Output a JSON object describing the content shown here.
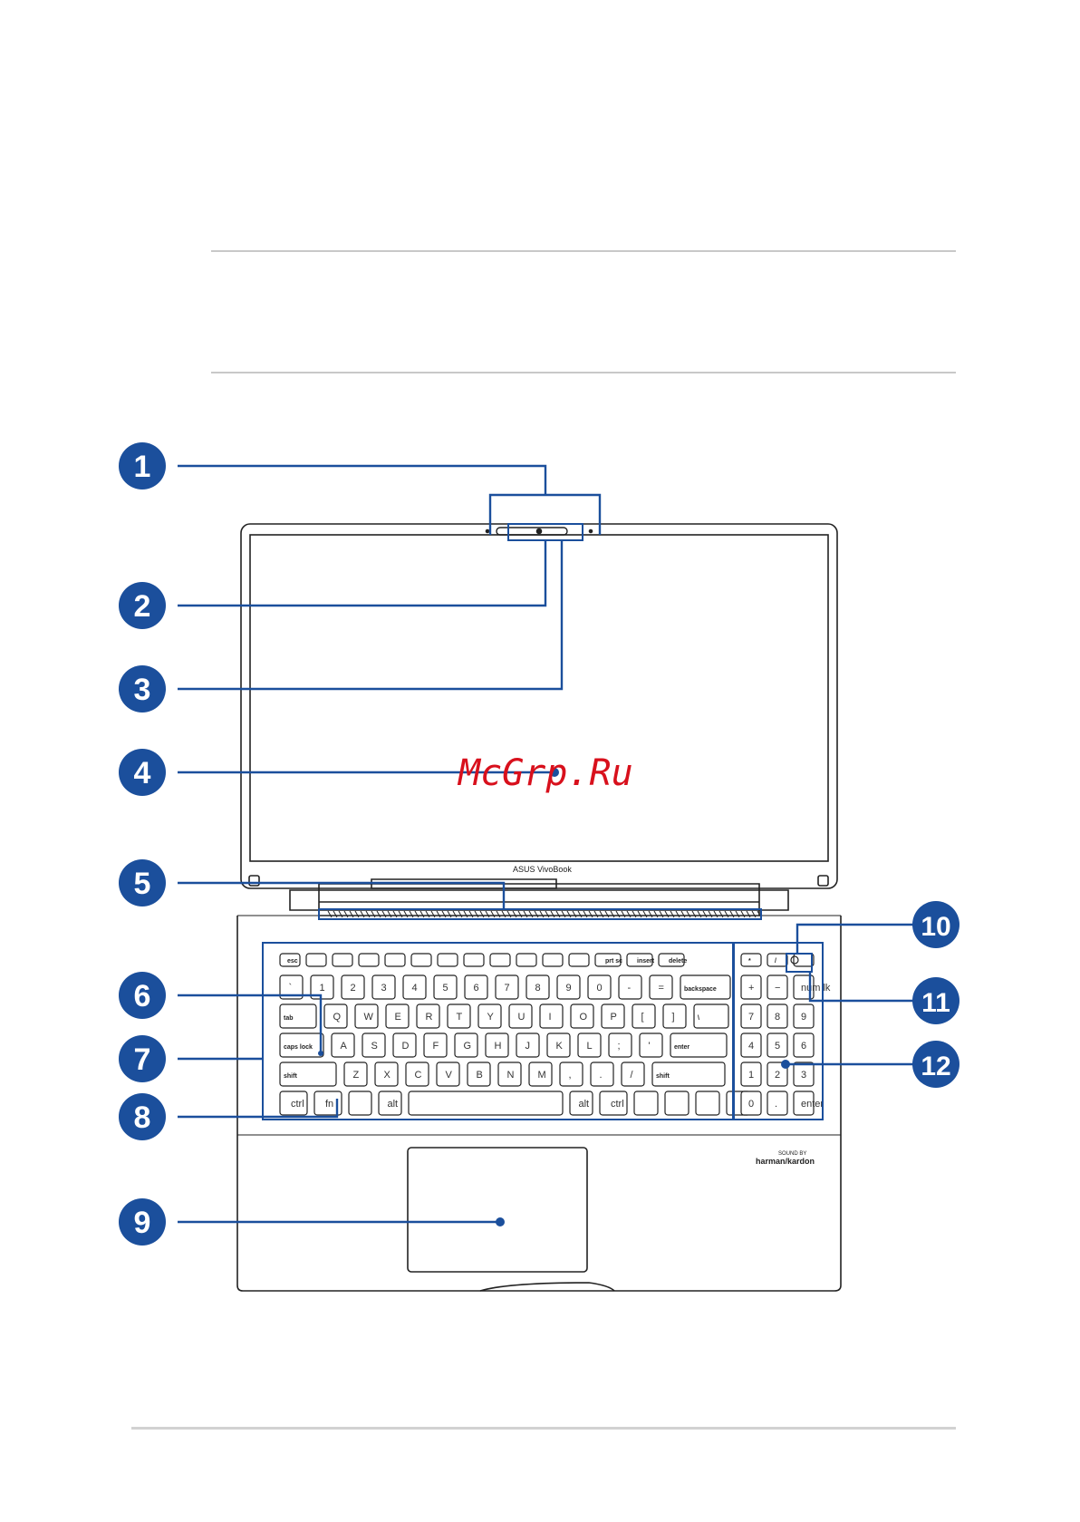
{
  "watermark": "McGrp.Ru",
  "laptop": {
    "bezel_brand": "ASUS VivoBook",
    "speaker_brand_top": "SOUND BY",
    "speaker_brand": "harman/kardon"
  },
  "callouts": [
    "1",
    "2",
    "3",
    "4",
    "5",
    "6",
    "7",
    "8",
    "9",
    "10",
    "11",
    "12"
  ],
  "keyboard": {
    "function_row": [
      "esc",
      "",
      "",
      "",
      "",
      "",
      "",
      "",
      "",
      "",
      "",
      "",
      "prt sc",
      "insert",
      "delete"
    ],
    "number_row": [
      "`",
      "1",
      "2",
      "3",
      "4",
      "5",
      "6",
      "7",
      "8",
      "9",
      "0",
      "-",
      "=",
      "backspace"
    ],
    "qwerty_row": [
      "tab",
      "Q",
      "W",
      "E",
      "R",
      "T",
      "Y",
      "U",
      "I",
      "O",
      "P",
      "[",
      "]",
      "\\"
    ],
    "home_row": [
      "caps lock",
      "A",
      "S",
      "D",
      "F",
      "G",
      "H",
      "J",
      "K",
      "L",
      ";",
      "'",
      "enter"
    ],
    "shift_row": [
      "shift",
      "Z",
      "X",
      "C",
      "V",
      "B",
      "N",
      "M",
      ",",
      ".",
      "/",
      "shift"
    ],
    "bottom_row": [
      "ctrl",
      "fn",
      "",
      "alt",
      "",
      "alt",
      "ctrl",
      "",
      "",
      "",
      ""
    ],
    "numpad_row1": [
      "*",
      "/",
      ""
    ],
    "numpad_row2": [
      "+",
      "−",
      "num lk"
    ],
    "numpad_row3": [
      "7",
      "8",
      "9"
    ],
    "numpad_row4": [
      "4",
      "5",
      "6"
    ],
    "numpad_row5": [
      "1",
      "2",
      "3"
    ],
    "numpad_row6": [
      "0",
      ".",
      "enter"
    ]
  },
  "colors": {
    "callout": "#1b4f9c",
    "leader": "#1b4f9c",
    "outline": "#222222",
    "watermark": "#d8101c"
  }
}
